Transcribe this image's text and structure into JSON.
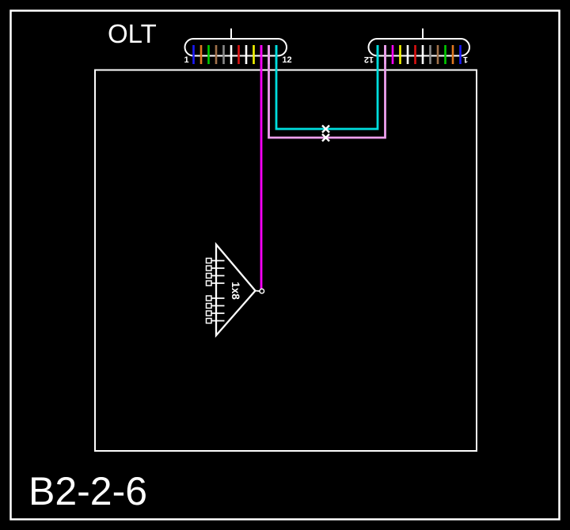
{
  "diagram": {
    "background": "#000000",
    "line_color": "#ffffff",
    "olt_label": "OLT",
    "cable_id": "B2-2-6"
  },
  "fiber_display_colors": {
    "blue": "#1a1aff",
    "orange": "#e07820",
    "green": "#00cc00",
    "brown": "#a0714a",
    "slate": "#8a8a8a",
    "white": "#ffffff",
    "red": "#dd1111",
    "black": "#ffffff",
    "yellow": "#f5f500",
    "violet": "#ff00ff",
    "rose": "#eea0ee",
    "aqua": "#00dede"
  },
  "connectors": [
    {
      "id": "olt-connector-left",
      "label_start": "1",
      "label_end": "12",
      "fibers": [
        "blue",
        "orange",
        "green",
        "brown",
        "slate",
        "white",
        "red",
        "black",
        "yellow",
        "violet",
        "rose",
        "aqua"
      ]
    },
    {
      "id": "olt-connector-right",
      "label_start": "12",
      "label_end": "1",
      "fibers": [
        "aqua",
        "rose",
        "violet",
        "yellow",
        "black",
        "red",
        "white",
        "slate",
        "brown",
        "green",
        "orange",
        "blue"
      ]
    }
  ],
  "routes": [
    {
      "id": "route-violet",
      "fiber": "violet",
      "spliced": false
    },
    {
      "id": "route-rose",
      "fiber": "rose",
      "spliced": true
    },
    {
      "id": "route-aqua",
      "fiber": "aqua",
      "spliced": true
    }
  ],
  "splitter": {
    "label": "1x8",
    "output_count": 8
  }
}
